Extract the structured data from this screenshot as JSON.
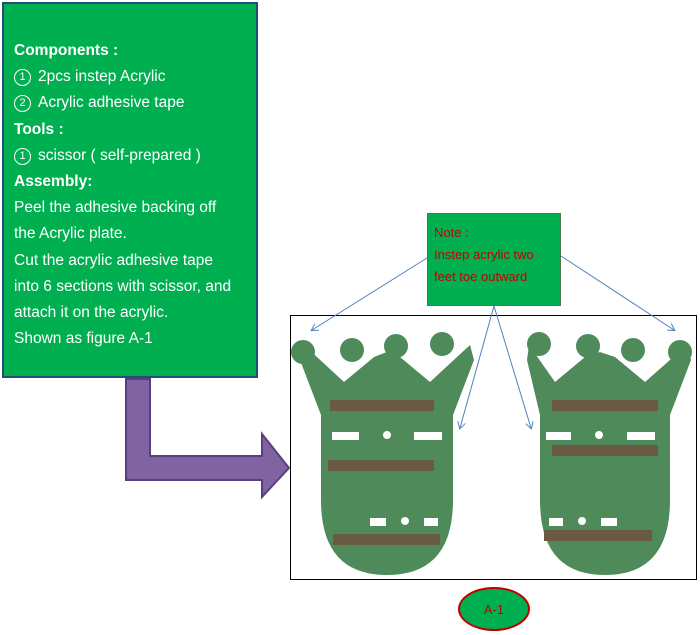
{
  "instructions": {
    "components_heading": "Components :",
    "components": [
      {
        "num": "1",
        "text": "2pcs instep Acrylic"
      },
      {
        "num": "2",
        "text": "Acrylic adhesive tape"
      }
    ],
    "tools_heading": "Tools :",
    "tools": [
      {
        "num": "1",
        "text": "scissor ( self-prepared )"
      }
    ],
    "assembly_heading": "Assembly:",
    "assembly_lines": [
      "Peel the adhesive backing off",
      "the Acrylic plate.",
      "Cut the acrylic adhesive tape",
      "into 6 sections with scissor, and",
      "attach it on the acrylic.",
      "Shown as figure A-1"
    ]
  },
  "note": {
    "title": "Note :",
    "lines": [
      "Instep acrylic two",
      "feet toe outward"
    ]
  },
  "figure_label": "A-1",
  "colors": {
    "panel_green": "#00b050",
    "part_green": "#4f8a5a",
    "tape_brown": "#6b5a42",
    "arrow_purple": "#8064a2",
    "note_text_red": "#c00000",
    "pointer_blue": "#4f81bd"
  }
}
